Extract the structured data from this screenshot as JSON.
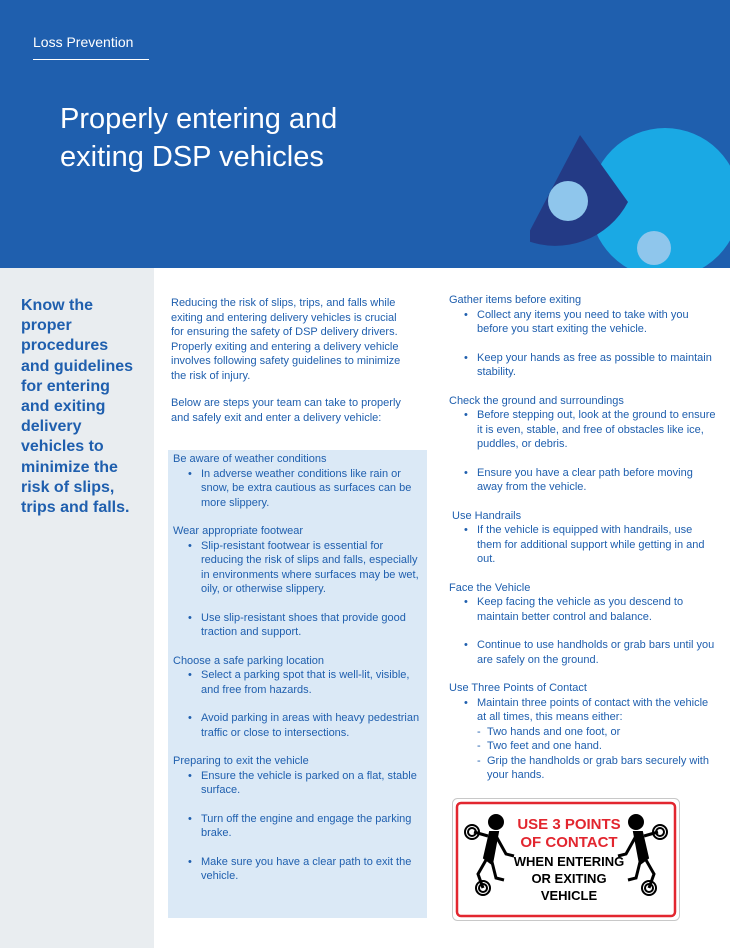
{
  "header": {
    "brand": "Loss Prevention",
    "title_line1": "Properly entering and",
    "title_line2": "exiting DSP vehicles"
  },
  "colors": {
    "header_blue": "#1f5fae",
    "text_blue": "#1f5fae",
    "box_blue": "#dbe9f6",
    "sidebar_gray": "#e9edf0",
    "accent_cyan": "#1aa9e4",
    "accent_navy": "#233a85",
    "accent_light": "#8fc6ec",
    "sign_red": "#e2262f"
  },
  "lead": "Know the proper procedures and guidelines for entering and exiting delivery vehicles to minimize the risk of slips, trips and falls.",
  "intro": {
    "p1": "Reducing the risk of slips, trips, and falls while exiting and entering delivery vehicles is crucial for ensuring the safety of DSP delivery drivers. Properly exiting and entering a delivery vehicle involves following safety guidelines to minimize the risk of injury.",
    "p2": "Below are steps your team can take to properly and safely exit and enter a delivery vehicle:"
  },
  "col2": [
    {
      "title": "Be aware of weather conditions",
      "bullets": [
        "In adverse weather conditions like rain or snow, be extra cautious as surfaces can be more slippery."
      ]
    },
    {
      "title": "Wear appropriate footwear",
      "bullets": [
        "Slip-resistant footwear is essential for reducing the risk of slips and falls, especially in environments where surfaces may be wet, oily, or otherwise slippery.",
        "Use slip-resistant shoes that provide good traction and support."
      ]
    },
    {
      "title": "Choose a safe parking location",
      "bullets": [
        "Select a parking spot that is well-lit, visible, and free from hazards.",
        "Avoid parking in areas with heavy pedestrian traffic or close to intersections."
      ]
    },
    {
      "title": "Preparing to exit the vehicle",
      "bullets": [
        "Ensure the vehicle is parked on a flat, stable surface.",
        "Turn off the engine and engage the parking brake.",
        "Make sure you have a clear path to exit the vehicle."
      ]
    }
  ],
  "col3": [
    {
      "title": "Gather items before exiting",
      "bullets": [
        "Collect any items you need to take with you before you start exiting the vehicle.",
        "Keep your hands as free as possible to maintain stability."
      ]
    },
    {
      "title": "Check the ground and surroundings",
      "bullets": [
        "Before stepping out, look at the ground to ensure it is even, stable, and free of obstacles like ice, puddles, or debris.",
        "Ensure you have a clear path before moving away from the vehicle."
      ]
    },
    {
      "title": "Use Handrails",
      "bullets": [
        "If the vehicle is equipped with handrails, use them for additional support while getting in and out."
      ]
    },
    {
      "title": "Face the Vehicle",
      "bullets": [
        "Keep facing the vehicle as you descend to maintain better control and balance.",
        "Continue to use handholds or grab bars until you are safely on the ground."
      ]
    },
    {
      "title": "Use Three Points of Contact",
      "bullets": [
        "Maintain three points of contact with the vehicle at all times, this means either:"
      ],
      "dashes": [
        "Two hands and one foot, or",
        "Two feet and one hand.",
        "Grip the handholds or grab bars securely with your hands."
      ]
    }
  ],
  "sign": {
    "line1": "USE 3 POINTS",
    "line2": "OF CONTACT",
    "line3": "WHEN ENTERING",
    "line4": "OR EXITING",
    "line5": "VEHICLE"
  }
}
